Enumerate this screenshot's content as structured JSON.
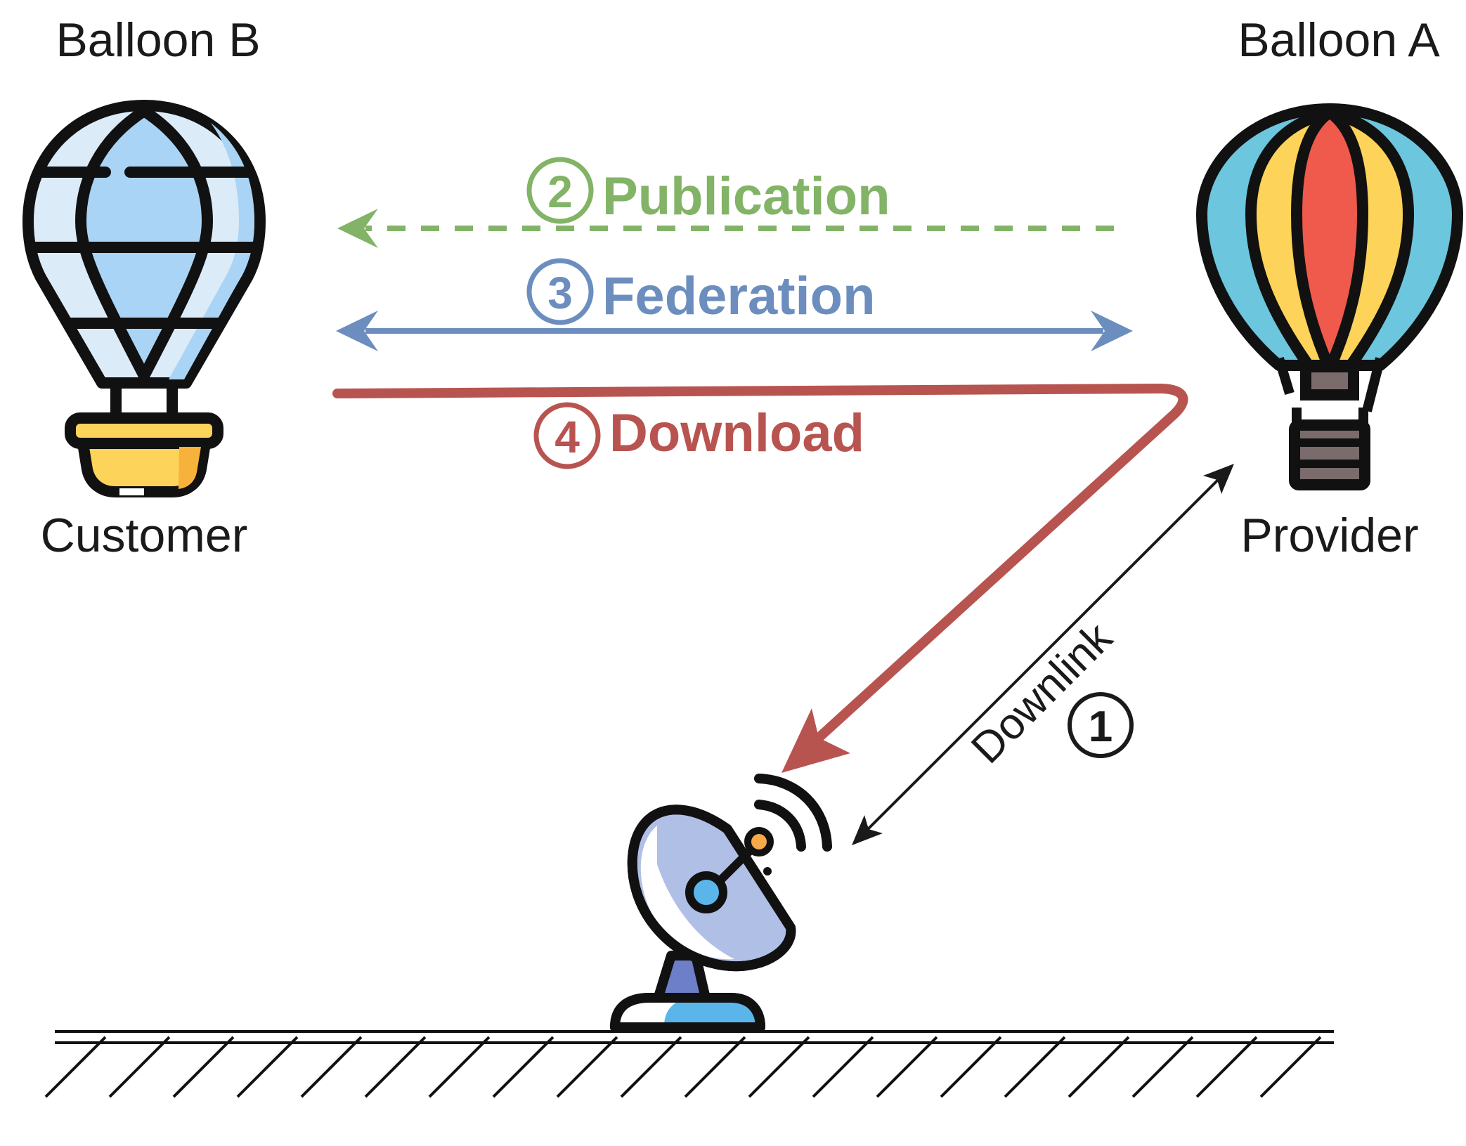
{
  "balloons": {
    "left": {
      "title": "Balloon B",
      "role": "Customer"
    },
    "right": {
      "title": "Balloon A",
      "role": "Provider"
    }
  },
  "steps": {
    "downlink": {
      "number": "1",
      "label": "Downlink"
    },
    "publication": {
      "number": "2",
      "label": "Publication"
    },
    "federation": {
      "number": "3",
      "label": "Federation"
    },
    "download": {
      "number": "4",
      "label": "Download"
    }
  },
  "colors": {
    "publication": "#82b366",
    "federation": "#6c8ebf",
    "download": "#b85450",
    "downlink": "#1a1a1a",
    "outline": "#111111",
    "balloon_b_light": "#dcebf8",
    "balloon_b_mid": "#a9d4f5",
    "balloon_a_blue": "#6cc6dd",
    "balloon_a_yellow": "#fdd35a",
    "balloon_a_red": "#ef5a4c",
    "basket_yellow": "#fdd35a",
    "basket_gray": "#7a6c6c",
    "dish_fill": "#b0bfe6",
    "dish_blue": "#5ab6ea",
    "antenna_orange": "#f8a94a"
  },
  "icons": [
    "hot-air-balloon-icon",
    "hot-air-balloon-icon",
    "satellite-dish-icon"
  ]
}
